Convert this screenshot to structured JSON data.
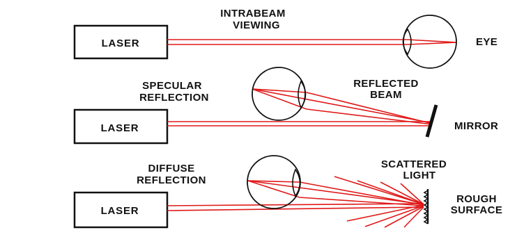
{
  "diagram": {
    "panels": [
      {
        "id": "intrabeam",
        "caption_lines": [
          "INTRABEAM",
          "VIEWING"
        ],
        "laser_label": "LASER",
        "target_label": "EYE"
      },
      {
        "id": "specular",
        "caption_lines": [
          "SPECULAR",
          "REFLECTION"
        ],
        "laser_label": "LASER",
        "beam_label_lines": [
          "REFLECTED",
          "BEAM"
        ],
        "target_label": "MIRROR"
      },
      {
        "id": "diffuse",
        "caption_lines": [
          "DIFFUSE",
          "REFLECTION"
        ],
        "laser_label": "LASER",
        "beam_label_lines": [
          "SCATTERED",
          "LIGHT"
        ],
        "target_label_lines": [
          "ROUGH",
          "SURFACE"
        ]
      }
    ],
    "colors": {
      "beam": "#e01818",
      "outline": "#111111"
    }
  }
}
